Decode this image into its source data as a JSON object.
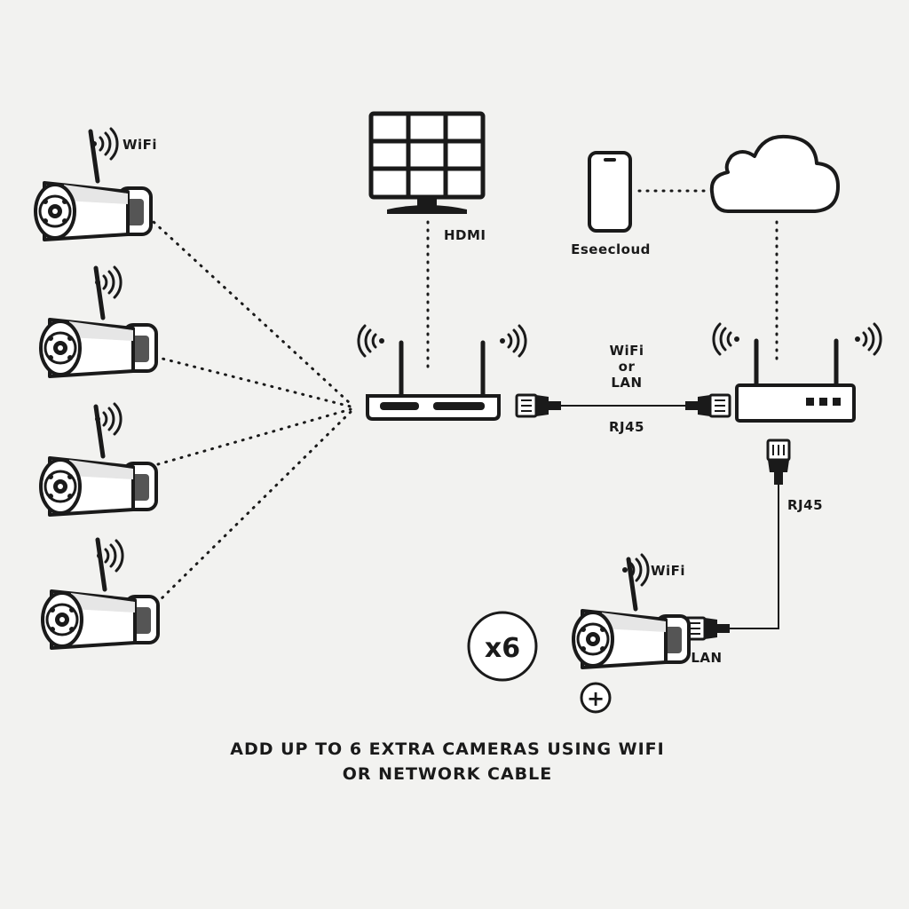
{
  "labels": {
    "wifi_top": "WiFi",
    "hdmi": "HDMI",
    "app": "Eseecloud",
    "link_mode_1": "WiFi",
    "link_mode_2": "or",
    "link_mode_3": "LAN",
    "rj45_horizontal": "RJ45",
    "rj45_vertical": "RJ45",
    "wifi_extra": "WiFi",
    "lan": "LAN",
    "multiplier": "x6",
    "plus": "+"
  },
  "caption": {
    "line1": "ADD UP TO 6 EXTRA CAMERAS USING WIFI",
    "line2": "OR NETWORK CABLE"
  },
  "icons": [
    "wifi-camera-icon",
    "monitor-icon",
    "smartphone-icon",
    "cloud-icon",
    "nvr-icon",
    "router-icon",
    "rj45-plug-icon",
    "wifi-signal-icon"
  ]
}
